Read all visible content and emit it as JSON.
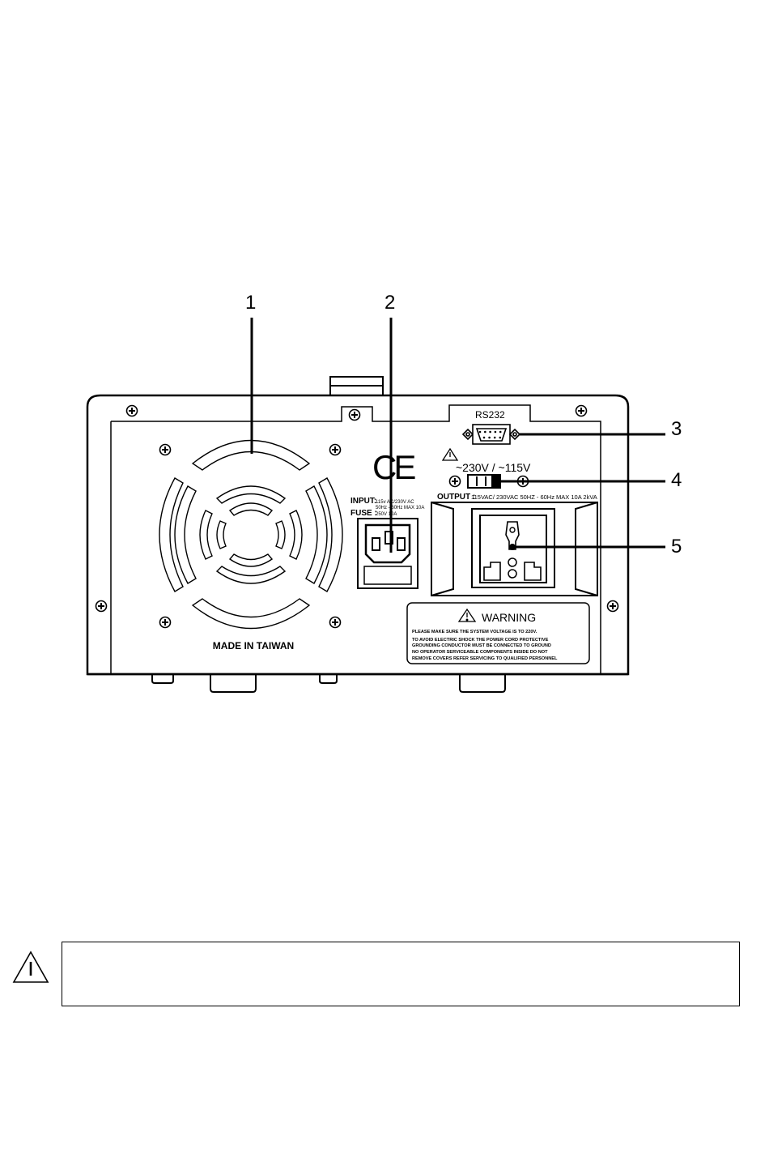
{
  "callouts": [
    "1",
    "2",
    "3",
    "4",
    "5"
  ],
  "panel": {
    "rs232_label": "RS232",
    "voltage_select_label": "~230V / ~115V",
    "output_label": "OUTPUT :",
    "output_spec": "115VAC/ 230VAC 50HZ - 60Hz MAX 10A 2kVA",
    "input_label": "INPUT:",
    "input_spec_1": "115v AC/230V AC",
    "input_spec_2": "50Hz - 60Hz MAX 10A",
    "fuse_label": "FUSE :",
    "fuse_spec": "250V 10A",
    "ce_mark": "CE",
    "made_in": "MADE IN TAIWAN",
    "warning_title": "WARNING",
    "warning_lines": [
      "PLEASE MAKE SURE THE SYSTEM VOLTAGE IS TO 220V.",
      "TO AVOID ELECTRIC SHOCK THE POWER CORD PROTECTIVE",
      "GROUNDING CONDUCTOR MUST BE CONNECTED TO GROUND",
      "NO OPERATOR SERVICEABLE COMPONENTS INSIDE DO NOT",
      "REMOVE COVERS REFER SERVICING TO QUALIFIED PERSONNEL"
    ]
  },
  "icons": {
    "caution": "caution-triangle-icon",
    "screw": "screw-icon"
  }
}
